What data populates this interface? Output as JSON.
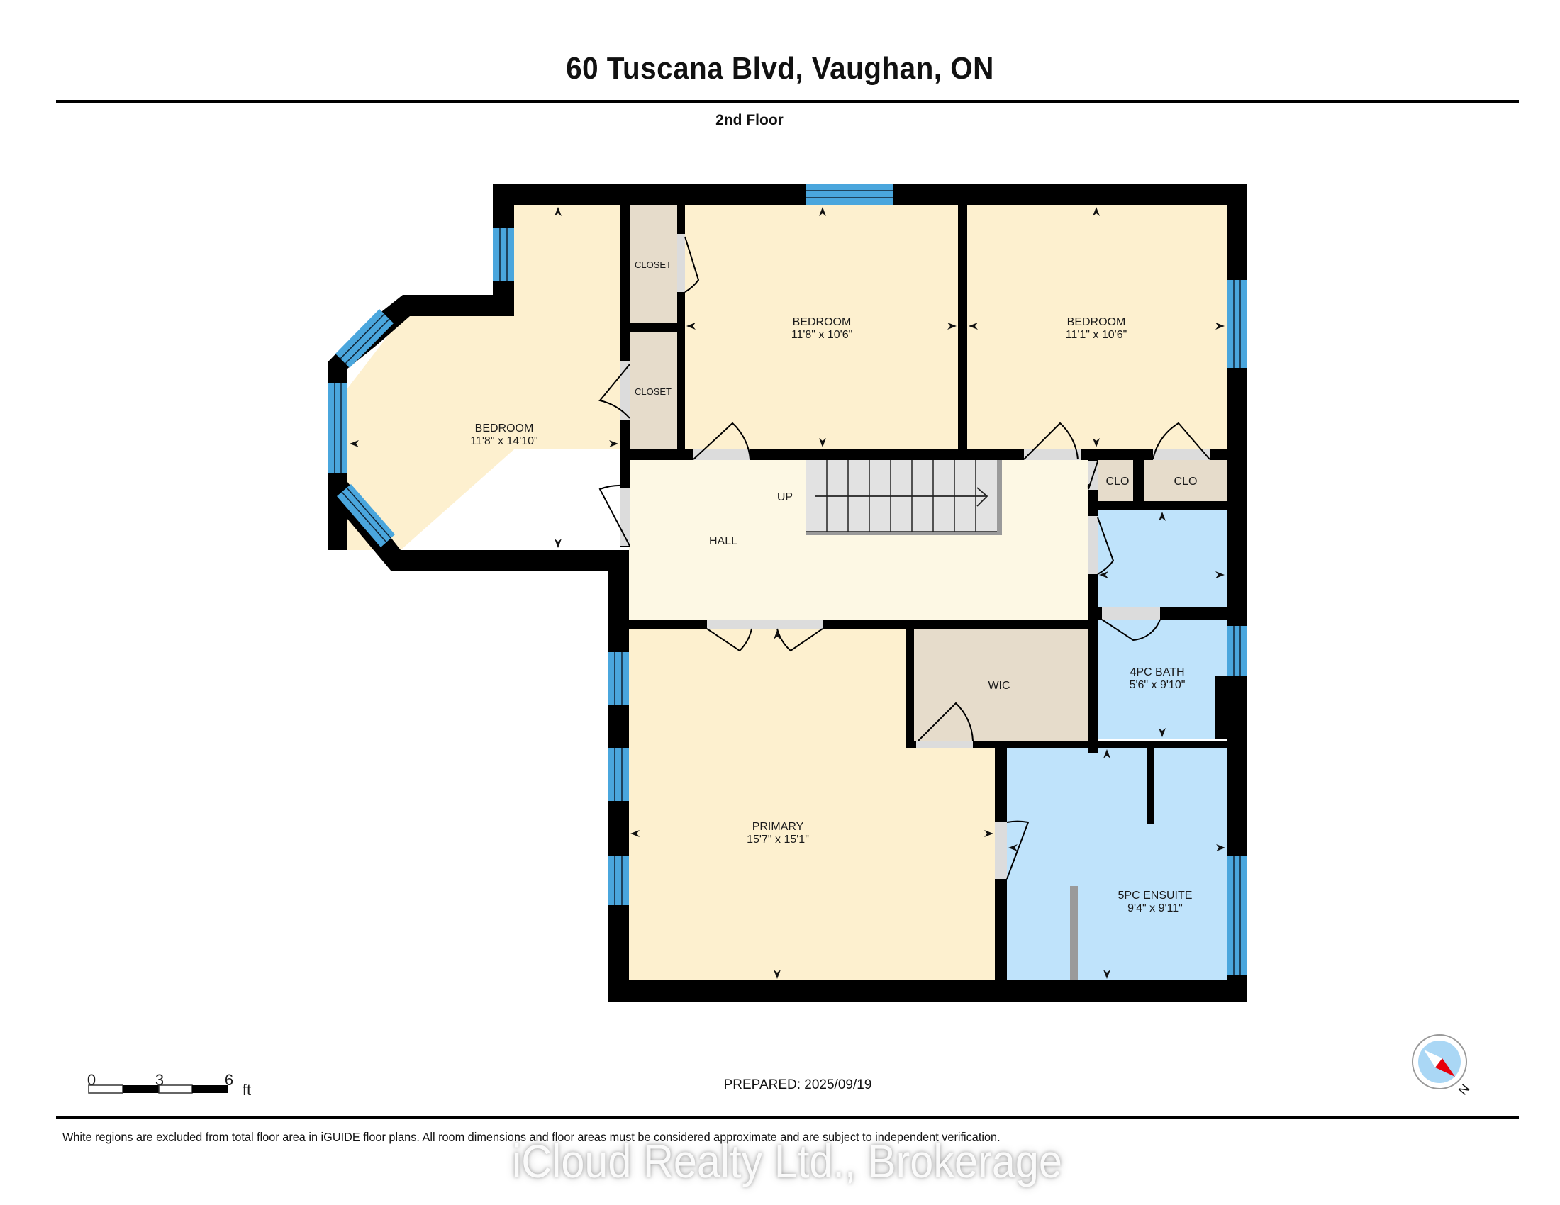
{
  "header": {
    "title": "60 Tuscana Blvd, Vaughan, ON",
    "floor_label": "2nd Floor"
  },
  "colors": {
    "wall": "#000000",
    "bedroom_fill": "#fdf0cf",
    "hall_fill": "#fdf8e4",
    "closet_fill": "#e6dccb",
    "bath_fill": "#bfe3fb",
    "window": "#4aa6dd",
    "door_sill": "#dcdcdc",
    "stairs": "#e2e2e2"
  },
  "rooms": [
    {
      "id": "bedroom-bay",
      "name": "BEDROOM",
      "dims": "11'8\" x 14'10\""
    },
    {
      "id": "bedroom-center",
      "name": "BEDROOM",
      "dims": "11'8\" x 10'6\""
    },
    {
      "id": "bedroom-right",
      "name": "BEDROOM",
      "dims": "11'1\" x 10'6\""
    },
    {
      "id": "closet-upper",
      "name": "CLOSET",
      "dims": ""
    },
    {
      "id": "closet-lower",
      "name": "CLOSET",
      "dims": ""
    },
    {
      "id": "hall",
      "name": "HALL",
      "dims": ""
    },
    {
      "id": "clo-left",
      "name": "CLO",
      "dims": ""
    },
    {
      "id": "clo-right",
      "name": "CLO",
      "dims": ""
    },
    {
      "id": "wic",
      "name": "WIC",
      "dims": ""
    },
    {
      "id": "bath-4pc",
      "name": "4PC BATH",
      "dims": "5'6\" x 9'10\""
    },
    {
      "id": "primary",
      "name": "PRIMARY",
      "dims": "15'7\" x 15'1\""
    },
    {
      "id": "ensuite-5pc",
      "name": "5PC ENSUITE",
      "dims": "9'4\" x 9'11\""
    }
  ],
  "stairs": {
    "label": "UP"
  },
  "scale_bar": {
    "ticks": [
      "0",
      "3",
      "6"
    ],
    "unit": "ft"
  },
  "prepared": "PREPARED: 2025/09/19",
  "compass": {
    "north_label": "N"
  },
  "disclaimer": "White regions are excluded from total floor area in iGUIDE floor plans. All room dimensions and floor areas must be considered approximate and are subject to independent verification.",
  "watermark": "iCloud Realty Ltd., Brokerage"
}
